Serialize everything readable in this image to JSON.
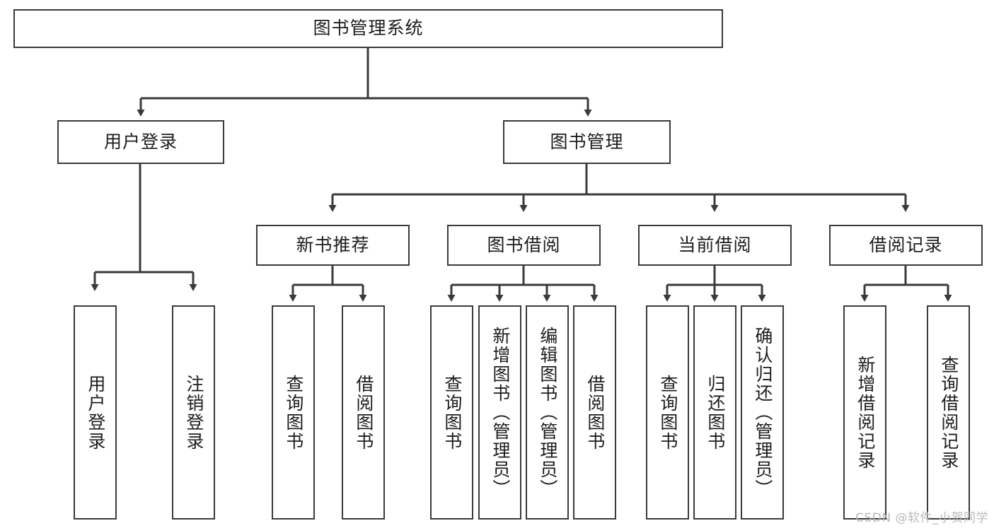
{
  "diagram": {
    "title": "图书管理系统",
    "type": "tree-hierarchy-diagram",
    "root": {
      "label": "图书管理系统"
    },
    "level2": [
      {
        "label": "用户登录"
      },
      {
        "label": "图书管理"
      }
    ],
    "level3": [
      {
        "label": "新书推荐"
      },
      {
        "label": "图书借阅"
      },
      {
        "label": "当前借阅"
      },
      {
        "label": "借阅记录"
      }
    ],
    "leaves": {
      "user_login": [
        {
          "label": "用户登录"
        },
        {
          "label": "注销登录"
        }
      ],
      "new_book_recommend": [
        {
          "label": "查询图书"
        },
        {
          "label": "借阅图书"
        }
      ],
      "book_borrow": [
        {
          "label": "查询图书"
        },
        {
          "label": "新增图书（管理员）"
        },
        {
          "label": "编辑图书（管理员）"
        },
        {
          "label": "借阅图书"
        }
      ],
      "current_borrow": [
        {
          "label": "查询图书"
        },
        {
          "label": "归还图书"
        },
        {
          "label": "确认归还（管理员）"
        }
      ],
      "borrow_record": [
        {
          "label": "新增借阅记录"
        },
        {
          "label": "查询借阅记录"
        }
      ]
    }
  },
  "watermark": {
    "text": "CSDN @软件_小贺同学"
  },
  "colors": {
    "box_border": "#3a3a3a",
    "line": "#3a3a3a",
    "text": "#1d1d1d",
    "background": "#ffffff",
    "watermark": "#b9b9b9"
  }
}
